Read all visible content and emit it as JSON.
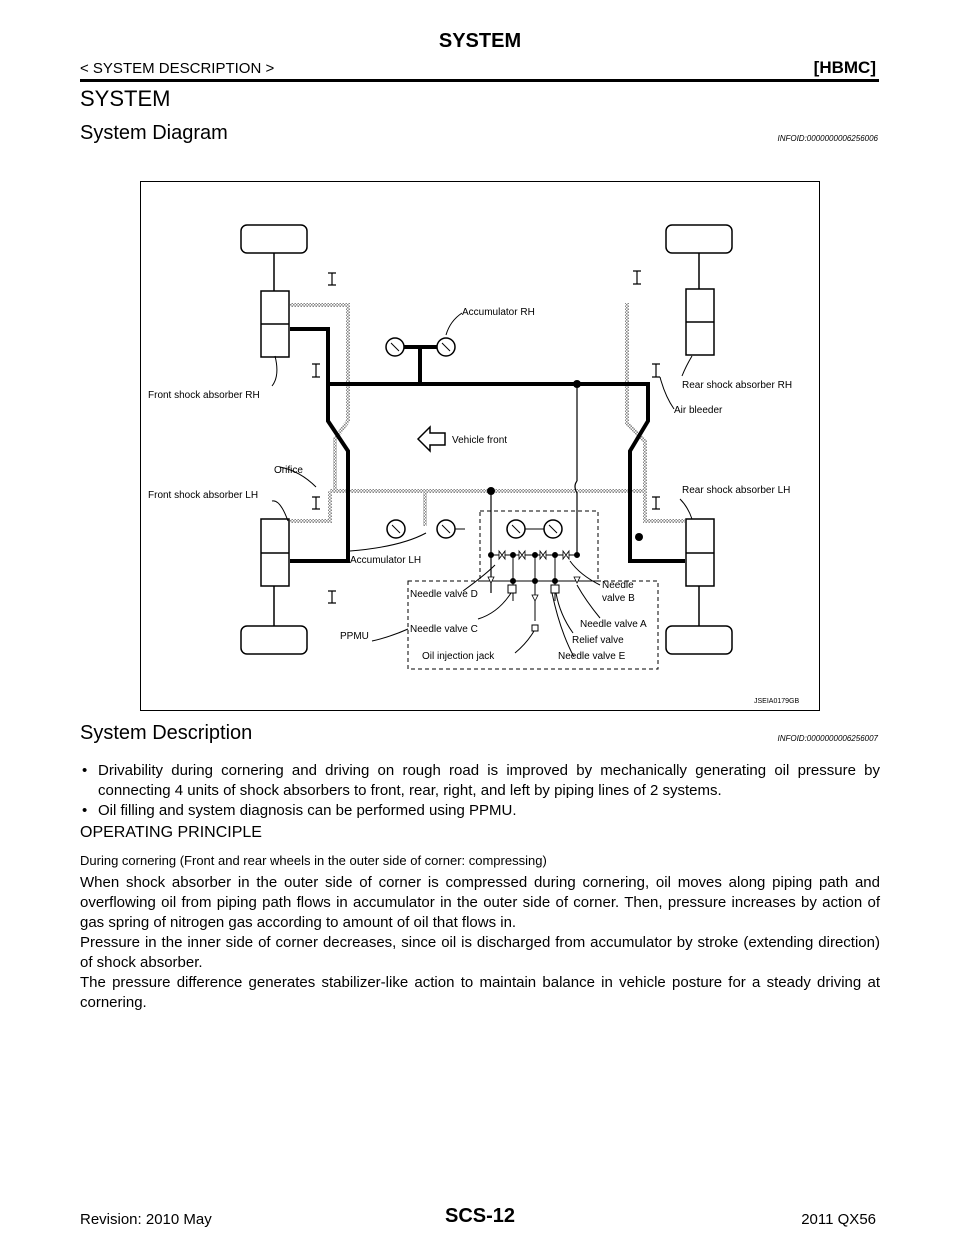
{
  "header": {
    "title": "SYSTEM",
    "breadcrumb": "< SYSTEM DESCRIPTION >",
    "section_code": "[HBMC]"
  },
  "main_heading": "SYSTEM",
  "diagram_section": {
    "heading": "System Diagram",
    "info_id": "INFOID:0000000006256006"
  },
  "diagram": {
    "labels": {
      "accumulator_rh": "Accumulator RH",
      "front_shock_rh": "Front shock absorber RH",
      "rear_shock_rh": "Rear shock absorber RH",
      "air_bleeder": "Air bleeder",
      "vehicle_front": "Vehicle front",
      "orifice": "Orifice",
      "front_shock_lh": "Front shock absorber LH",
      "rear_shock_lh": "Rear shock absorber LH",
      "accumulator_lh": "Accumulator LH",
      "needle_valve_d": "Needle valve D",
      "needle_valve_b_1": "Needle",
      "needle_valve_b_2": "valve B",
      "needle_valve_a": "Needle valve A",
      "needle_valve_c": "Needle valve C",
      "ppmu": "PPMU",
      "relief_valve": "Relief valve",
      "oil_injection_jack": "Oil injection jack",
      "needle_valve_e": "Needle valve E"
    },
    "code": "JSEIA0179GB"
  },
  "description_section": {
    "heading": "System Description",
    "info_id": "INFOID:0000000006256007",
    "bullets": [
      "Drivability during cornering and driving on rough road is improved by mechanically generating oil pressure by connecting 4 units of shock absorbers to front, rear, right, and left by piping lines of 2 systems.",
      "Oil filling and system diagnosis can be performed using PPMU."
    ]
  },
  "operating_principle": {
    "heading": "OPERATING PRINCIPLE",
    "subheading": "During cornering (Front and rear wheels in the outer side of corner: compressing)",
    "paragraphs": [
      "When shock absorber in the outer side of corner is compressed during cornering, oil moves along piping path and overflowing oil from piping path flows in accumulator in the outer side of corner. Then, pressure increases by action of gas spring of nitrogen gas according to amount of oil that flows in.",
      "Pressure in the inner side of corner decreases, since oil is discharged from accumulator by stroke (extending direction) of shock absorber.",
      "The pressure difference generates stabilizer-like action to maintain balance in vehicle posture for a steady driving at cornering."
    ]
  },
  "footer": {
    "revision": "Revision: 2010 May",
    "page": "SCS-12",
    "model": "2011 QX56"
  }
}
